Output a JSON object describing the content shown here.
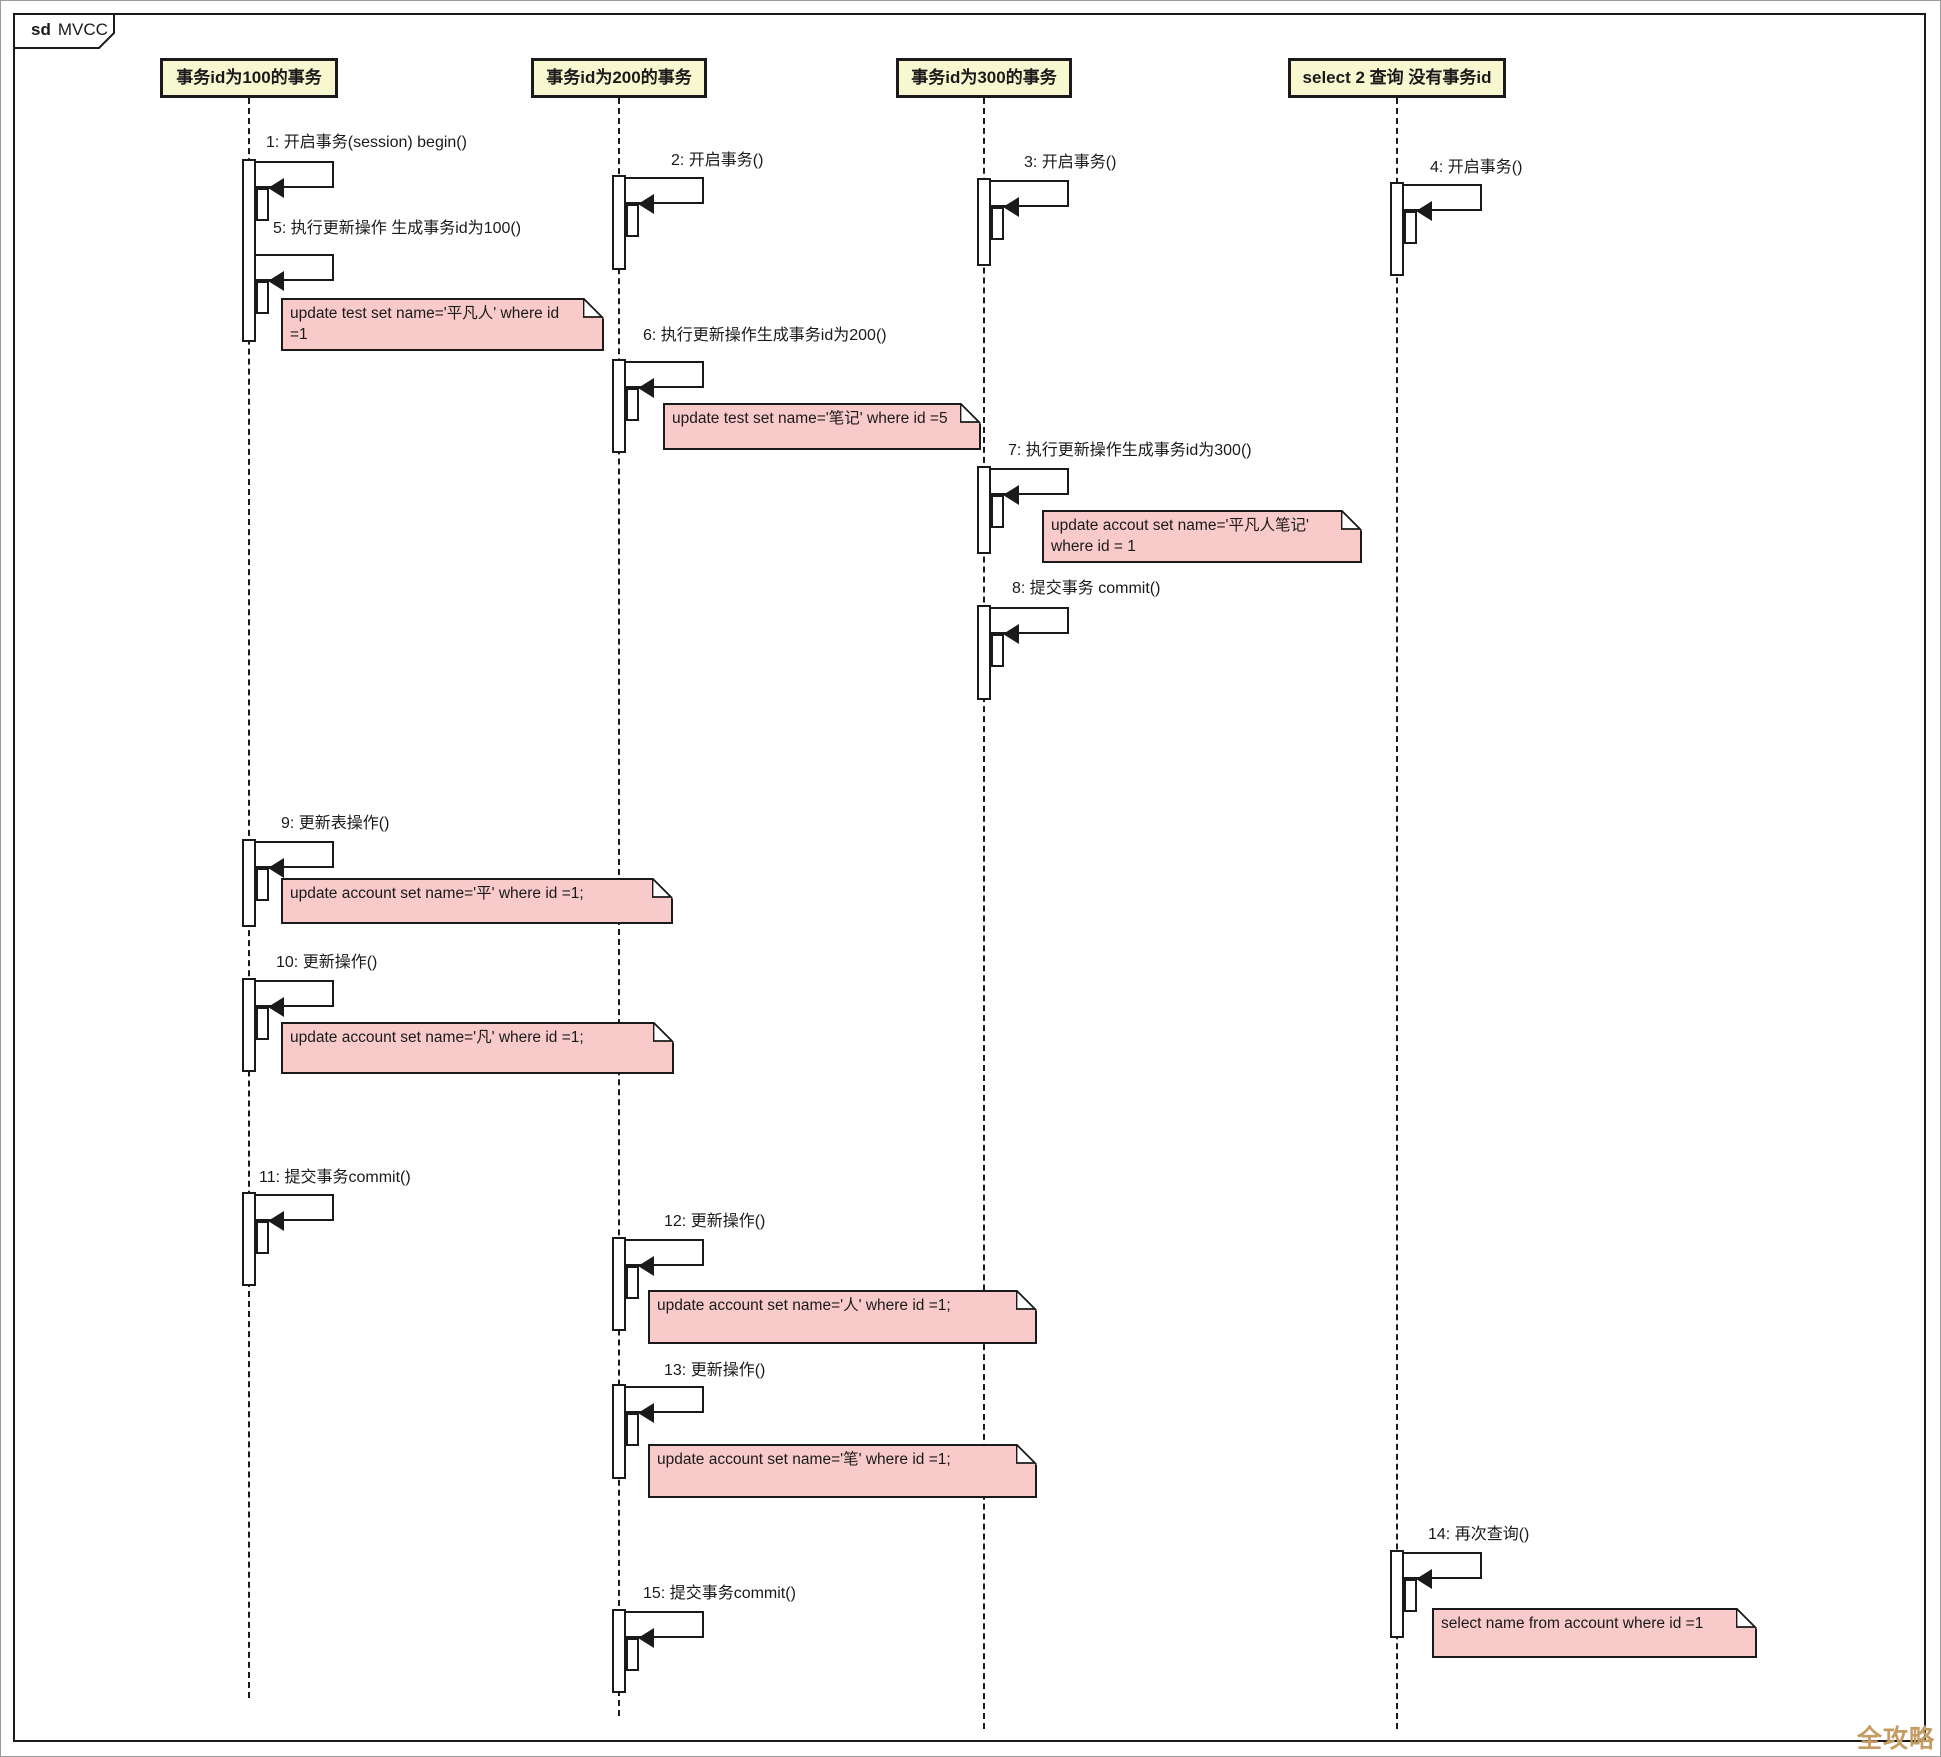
{
  "diagram": {
    "type": "uml-sequence-diagram",
    "tag_keyword": "sd",
    "tag_title": "MVCC"
  },
  "watermark": "全攻略",
  "colors": {
    "lifeline_header_fill": "#f8f8d0",
    "note_fill": "#f8caca",
    "line": "#1a1a1a",
    "watermark": "#c49b62"
  },
  "lifelines": [
    {
      "label": "事务id为100的事务"
    },
    {
      "label": "事务id为200的事务"
    },
    {
      "label": "事务id为300的事务"
    },
    {
      "label": "select 2 查询 没有事务id"
    }
  ],
  "messages": [
    {
      "num": 1,
      "lifeline": 0,
      "label": "1: 开启事务(session) begin()"
    },
    {
      "num": 2,
      "lifeline": 1,
      "label": "2: 开启事务()"
    },
    {
      "num": 3,
      "lifeline": 2,
      "label": "3: 开启事务()"
    },
    {
      "num": 4,
      "lifeline": 3,
      "label": "4: 开启事务()"
    },
    {
      "num": 5,
      "lifeline": 0,
      "label": "5: 执行更新操作 生成事务id为100()"
    },
    {
      "num": 6,
      "lifeline": 1,
      "label": "6: 执行更新操作生成事务id为200()"
    },
    {
      "num": 7,
      "lifeline": 2,
      "label": "7: 执行更新操作生成事务id为300()"
    },
    {
      "num": 8,
      "lifeline": 2,
      "label": "8: 提交事务 commit()"
    },
    {
      "num": 9,
      "lifeline": 0,
      "label": "9: 更新表操作()"
    },
    {
      "num": 10,
      "lifeline": 0,
      "label": "10: 更新操作()"
    },
    {
      "num": 11,
      "lifeline": 0,
      "label": "11: 提交事务commit()"
    },
    {
      "num": 12,
      "lifeline": 1,
      "label": "12: 更新操作()"
    },
    {
      "num": 13,
      "lifeline": 1,
      "label": "13: 更新操作()"
    },
    {
      "num": 14,
      "lifeline": 3,
      "label": "14: 再次查询()"
    },
    {
      "num": 15,
      "lifeline": 1,
      "label": "15: 提交事务commit()"
    }
  ],
  "notes": [
    {
      "attached_to_message": 5,
      "text": "update test set name='平凡人' where id =1"
    },
    {
      "attached_to_message": 6,
      "text": "update test set name='笔记' where id =5"
    },
    {
      "attached_to_message": 7,
      "text": "update accout set name='平凡人笔记' where id = 1"
    },
    {
      "attached_to_message": 9,
      "text": "update account set name='平' where id =1;"
    },
    {
      "attached_to_message": 10,
      "text": "update account set name='凡' where id =1;"
    },
    {
      "attached_to_message": 12,
      "text": "update account set name='人' where id =1;"
    },
    {
      "attached_to_message": 13,
      "text": "update account set name='笔' where id =1;"
    },
    {
      "attached_to_message": 14,
      "text": "select name from account where id =1"
    }
  ]
}
